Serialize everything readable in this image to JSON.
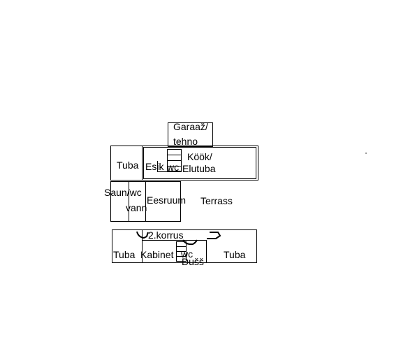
{
  "rooms": {
    "garage_line1": "Garaaž/",
    "garage_line2": "tehno",
    "kitchen_line1": "Köök/",
    "kitchen_line2": "Elutuba",
    "tuba_upper_left": "Tuba",
    "esik": "Esik",
    "wc_upper": "wc",
    "sauna_line1": "Saun/wc",
    "sauna_line2": "vann",
    "eesruum": "Eesruum",
    "terrass": "Terrass",
    "second_floor": "2.korrus",
    "tuba_lower_left": "Tuba",
    "kabinet": "Kabinet",
    "wc_lower": "wc",
    "dush": "Dušš",
    "tuba_lower_right": "Tuba"
  }
}
